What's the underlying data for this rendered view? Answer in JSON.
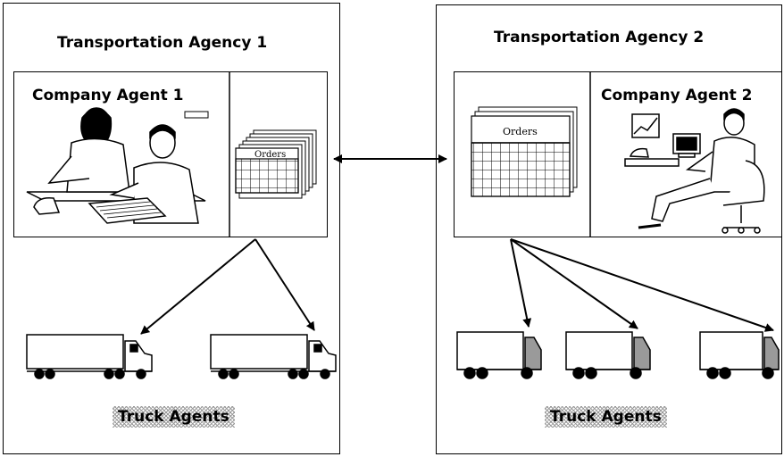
{
  "agencies": [
    {
      "title": "Transportation Agency 1",
      "company": "Company Agent 1",
      "calendar": "Orders",
      "trucks_label": "Truck Agents"
    },
    {
      "title": "Transportation Agency 2",
      "company": "Company Agent 2",
      "calendar": "Orders",
      "trucks_label": "Truck Agents"
    }
  ]
}
